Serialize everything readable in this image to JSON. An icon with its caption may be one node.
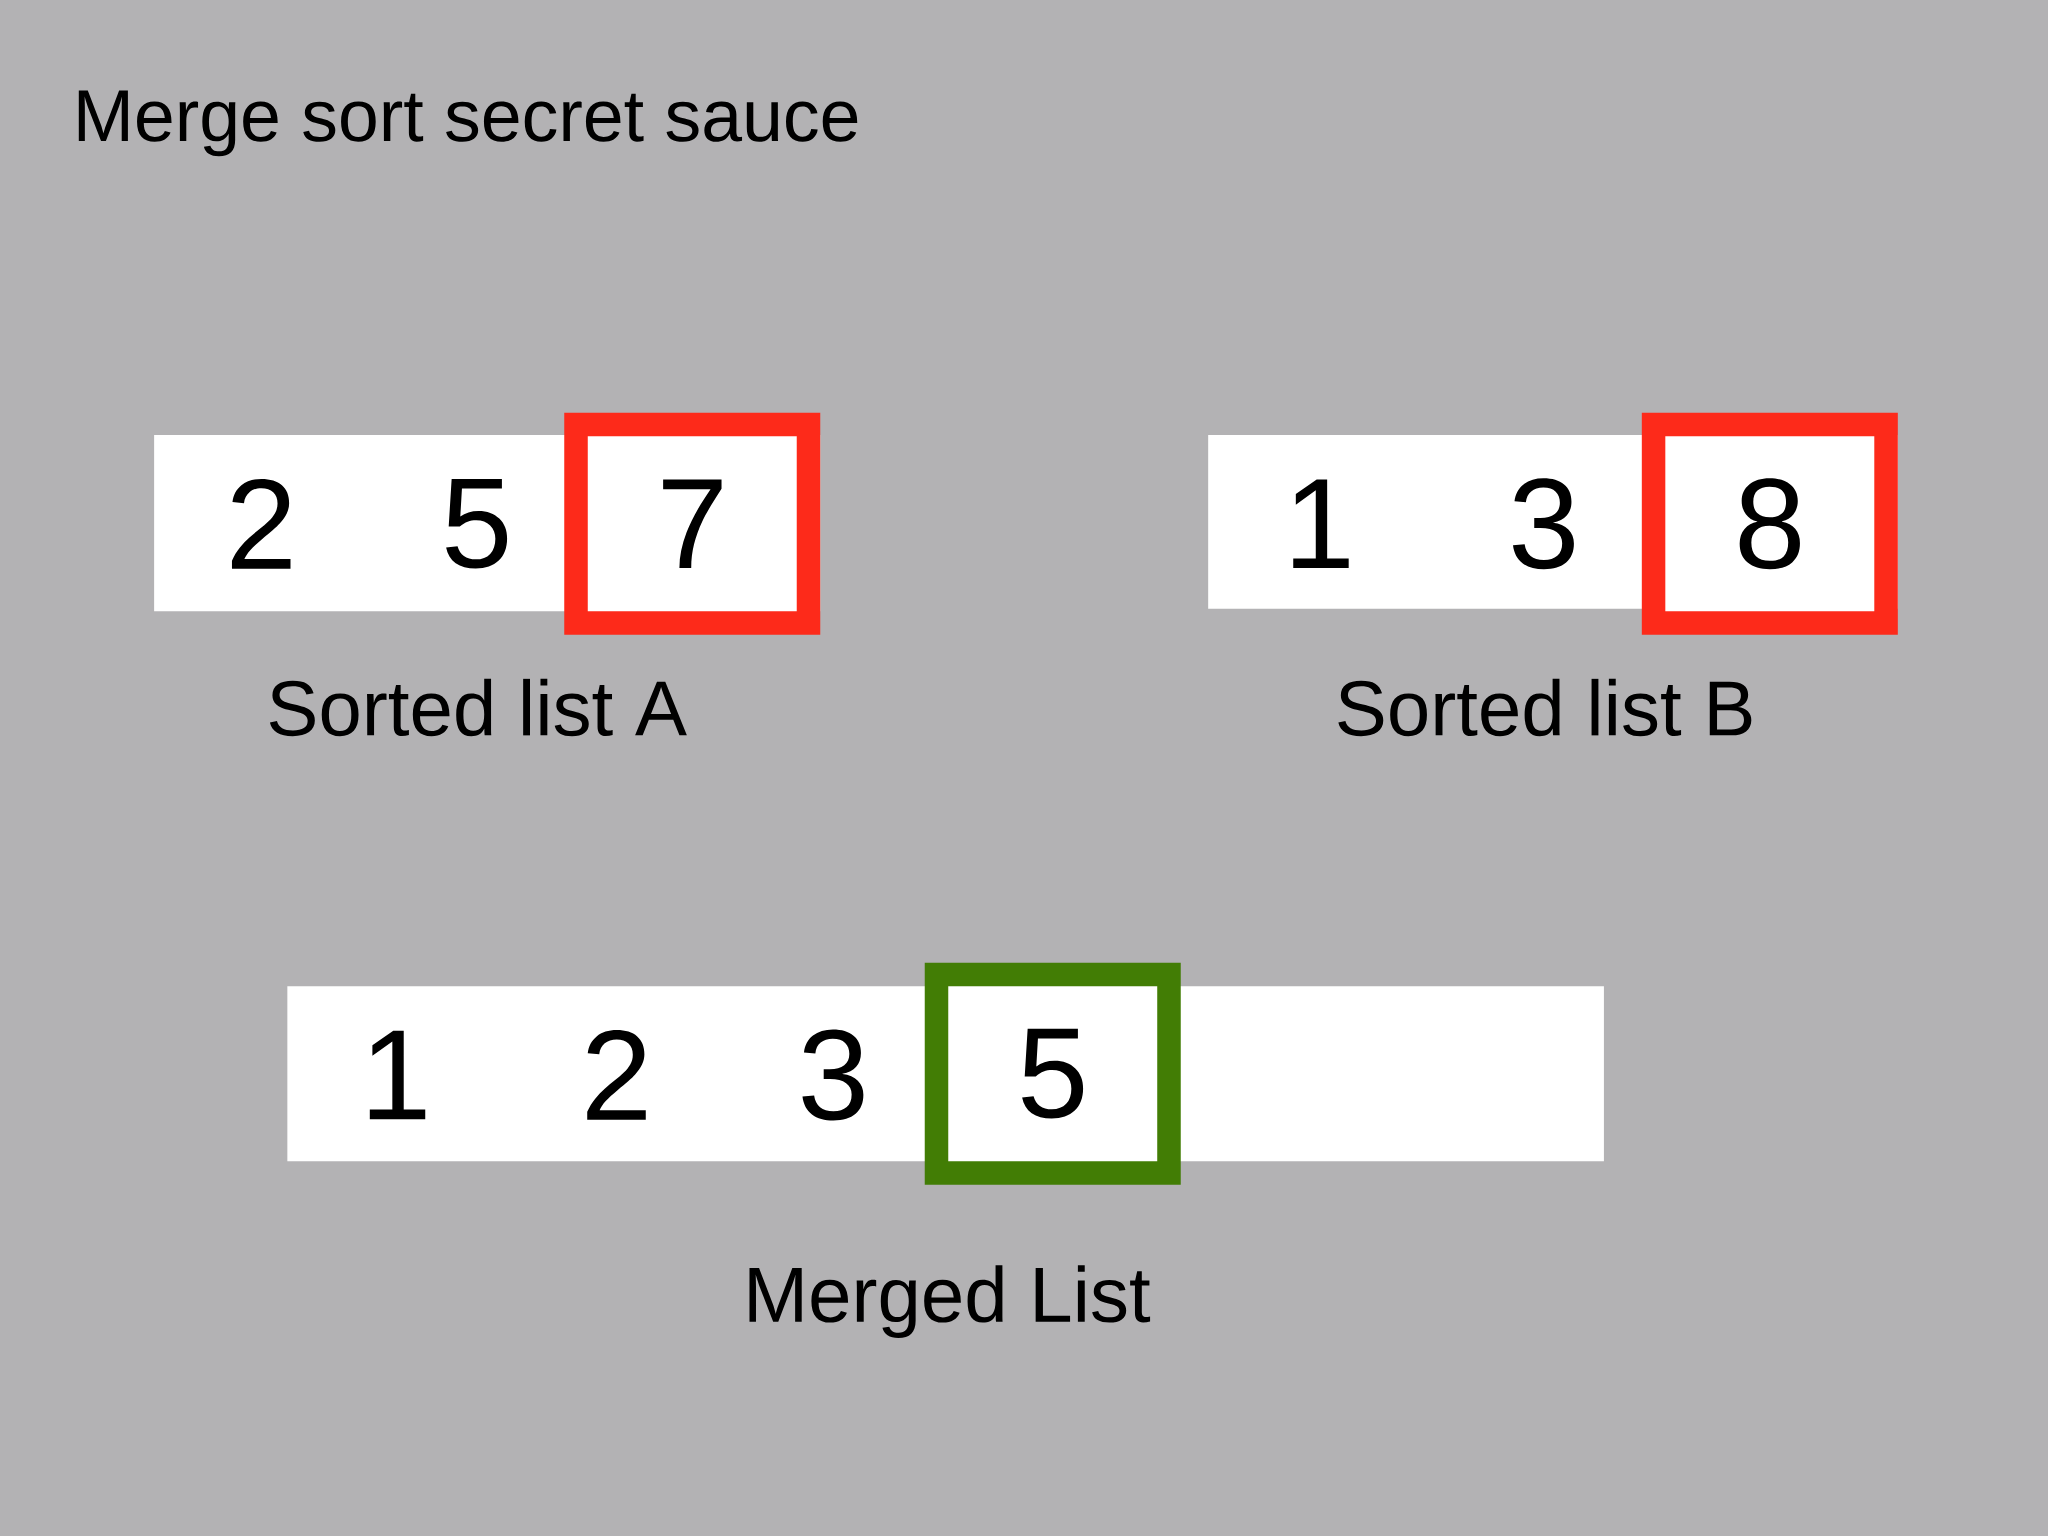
{
  "diagram": {
    "title": "Merge sort secret sauce",
    "nodes": [
      {
        "text": [
          "Sorted list A"
        ]
      },
      {
        "text": [
          "2"
        ],
        "in": 0
      },
      {
        "text": [
          "5"
        ],
        "in": 0
      },
      {
        "text": [
          "7"
        ],
        "in": 0
      },
      {
        "text": [
          "Sorted list B"
        ]
      },
      {
        "text": [
          "1"
        ],
        "in": 4
      },
      {
        "text": [
          "3"
        ],
        "in": 4
      },
      {
        "text": [
          "8"
        ],
        "in": 4
      },
      {
        "text": [
          "Merged List"
        ]
      },
      {
        "text": [
          "1"
        ],
        "in": 8
      },
      {
        "text": [
          "2"
        ],
        "in": 8
      },
      {
        "text": [
          "3"
        ],
        "in": 8
      },
      {
        "text": [
          "5"
        ],
        "in": 8
      }
    ]
  }
}
